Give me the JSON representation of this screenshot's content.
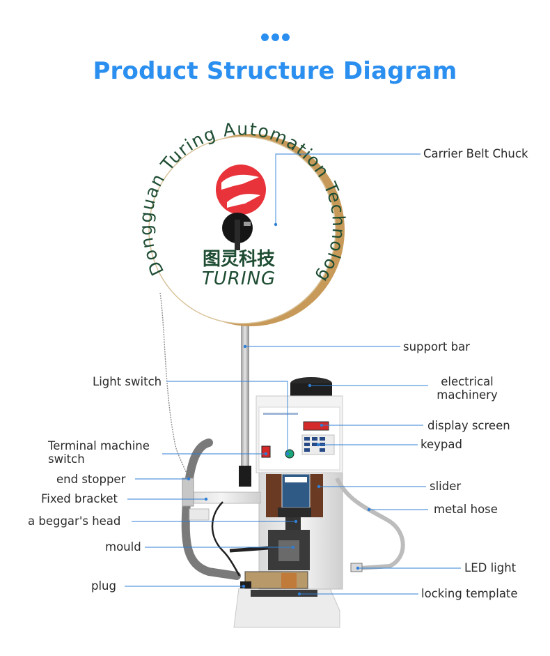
{
  "header": {
    "title": "Product Structure Diagram"
  },
  "logo": {
    "arc_text": "Dongguan Turing Automation Technology Co.,Ltd.",
    "chinese": "图灵科技",
    "brand": "TURING"
  },
  "labels": {
    "carrier_belt_chuck": "Carrier Belt Chuck",
    "support_bar": "support bar",
    "light_switch": "Light switch",
    "electrical_machinery_1": "electrical",
    "electrical_machinery_2": "machinery",
    "display_screen": "display screen",
    "keypad": "keypad",
    "terminal_switch_1": "Terminal machine",
    "terminal_switch_2": "switch",
    "end_stopper": "end stopper",
    "slider": "slider",
    "fixed_bracket": "Fixed bracket",
    "metal_hose": "metal hose",
    "beggars_head": "a beggar's head",
    "mould": "mould",
    "led_light": "LED light",
    "plug": "plug",
    "locking_template": "locking template"
  },
  "colors": {
    "accent": "#2b8ff0",
    "leader_line": "#2f7fd6",
    "logo_green": "#1e4d33",
    "logo_red": "#e8333a"
  }
}
